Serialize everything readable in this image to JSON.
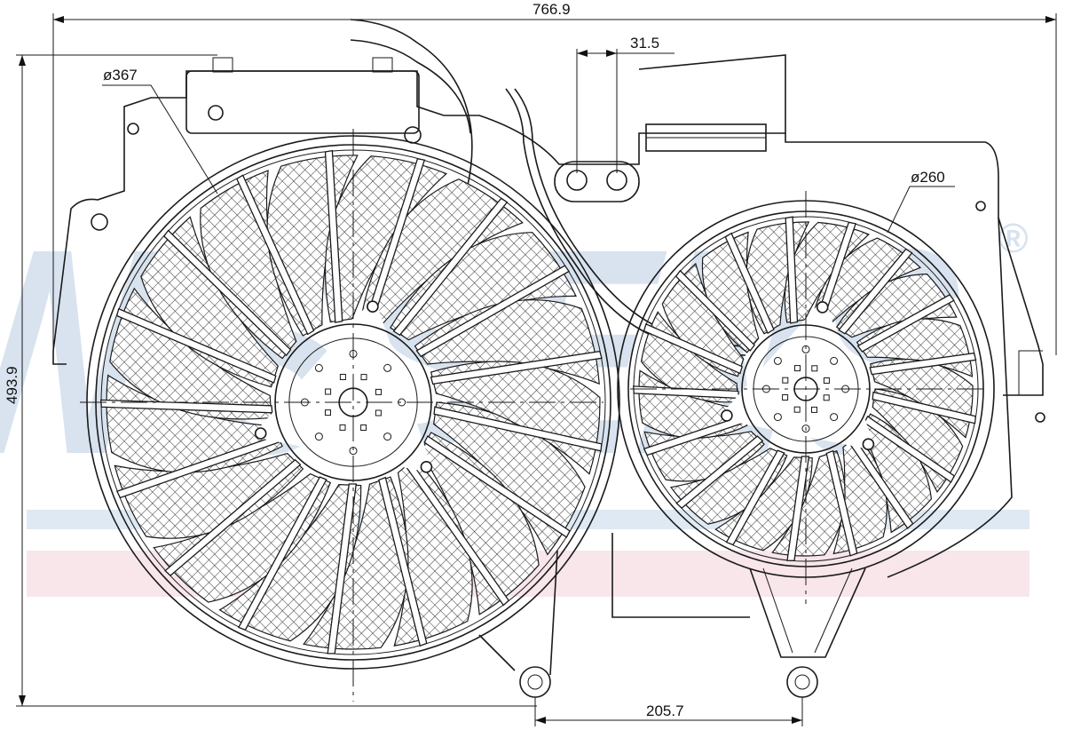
{
  "dimensions": {
    "overall_width": "766.9",
    "overall_height": "493.9",
    "mount_spacing": "31.5",
    "bottom_spacing": "205.7",
    "large_fan_diameter": "ø367",
    "small_fan_diameter": "ø260"
  },
  "watermark": {
    "text": "NISSENS",
    "registered_mark": "®",
    "color": "#b9cde3",
    "band_blue": "#c6d8ea",
    "band_pink": "#f2d2da"
  },
  "colors": {
    "line": "#1a1a1a",
    "background": "#ffffff"
  }
}
